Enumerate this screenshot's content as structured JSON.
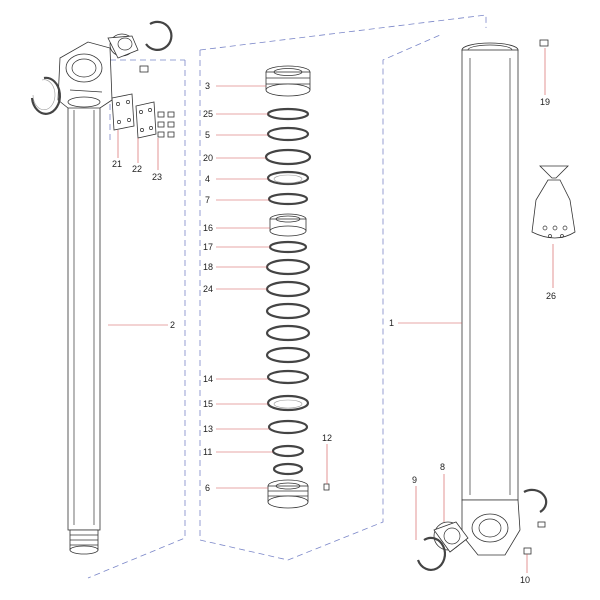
{
  "callouts": {
    "c1": "1",
    "c2": "2",
    "c3": "3",
    "c4": "4",
    "c5": "5",
    "c6": "6",
    "c7": "7",
    "c8": "8",
    "c9": "9",
    "c10": "10",
    "c11": "11",
    "c12": "12",
    "c13": "13",
    "c14": "14",
    "c15": "15",
    "c16": "16",
    "c17": "17",
    "c18": "18",
    "c19": "19",
    "c20": "20",
    "c21": "21",
    "c22": "22",
    "c23": "23",
    "c24": "24",
    "c25": "25",
    "c26": "26"
  },
  "colors": {
    "line": "#333333",
    "leader": "#d05050",
    "assembly_dash": "#7a86c8",
    "background": "#ffffff"
  }
}
